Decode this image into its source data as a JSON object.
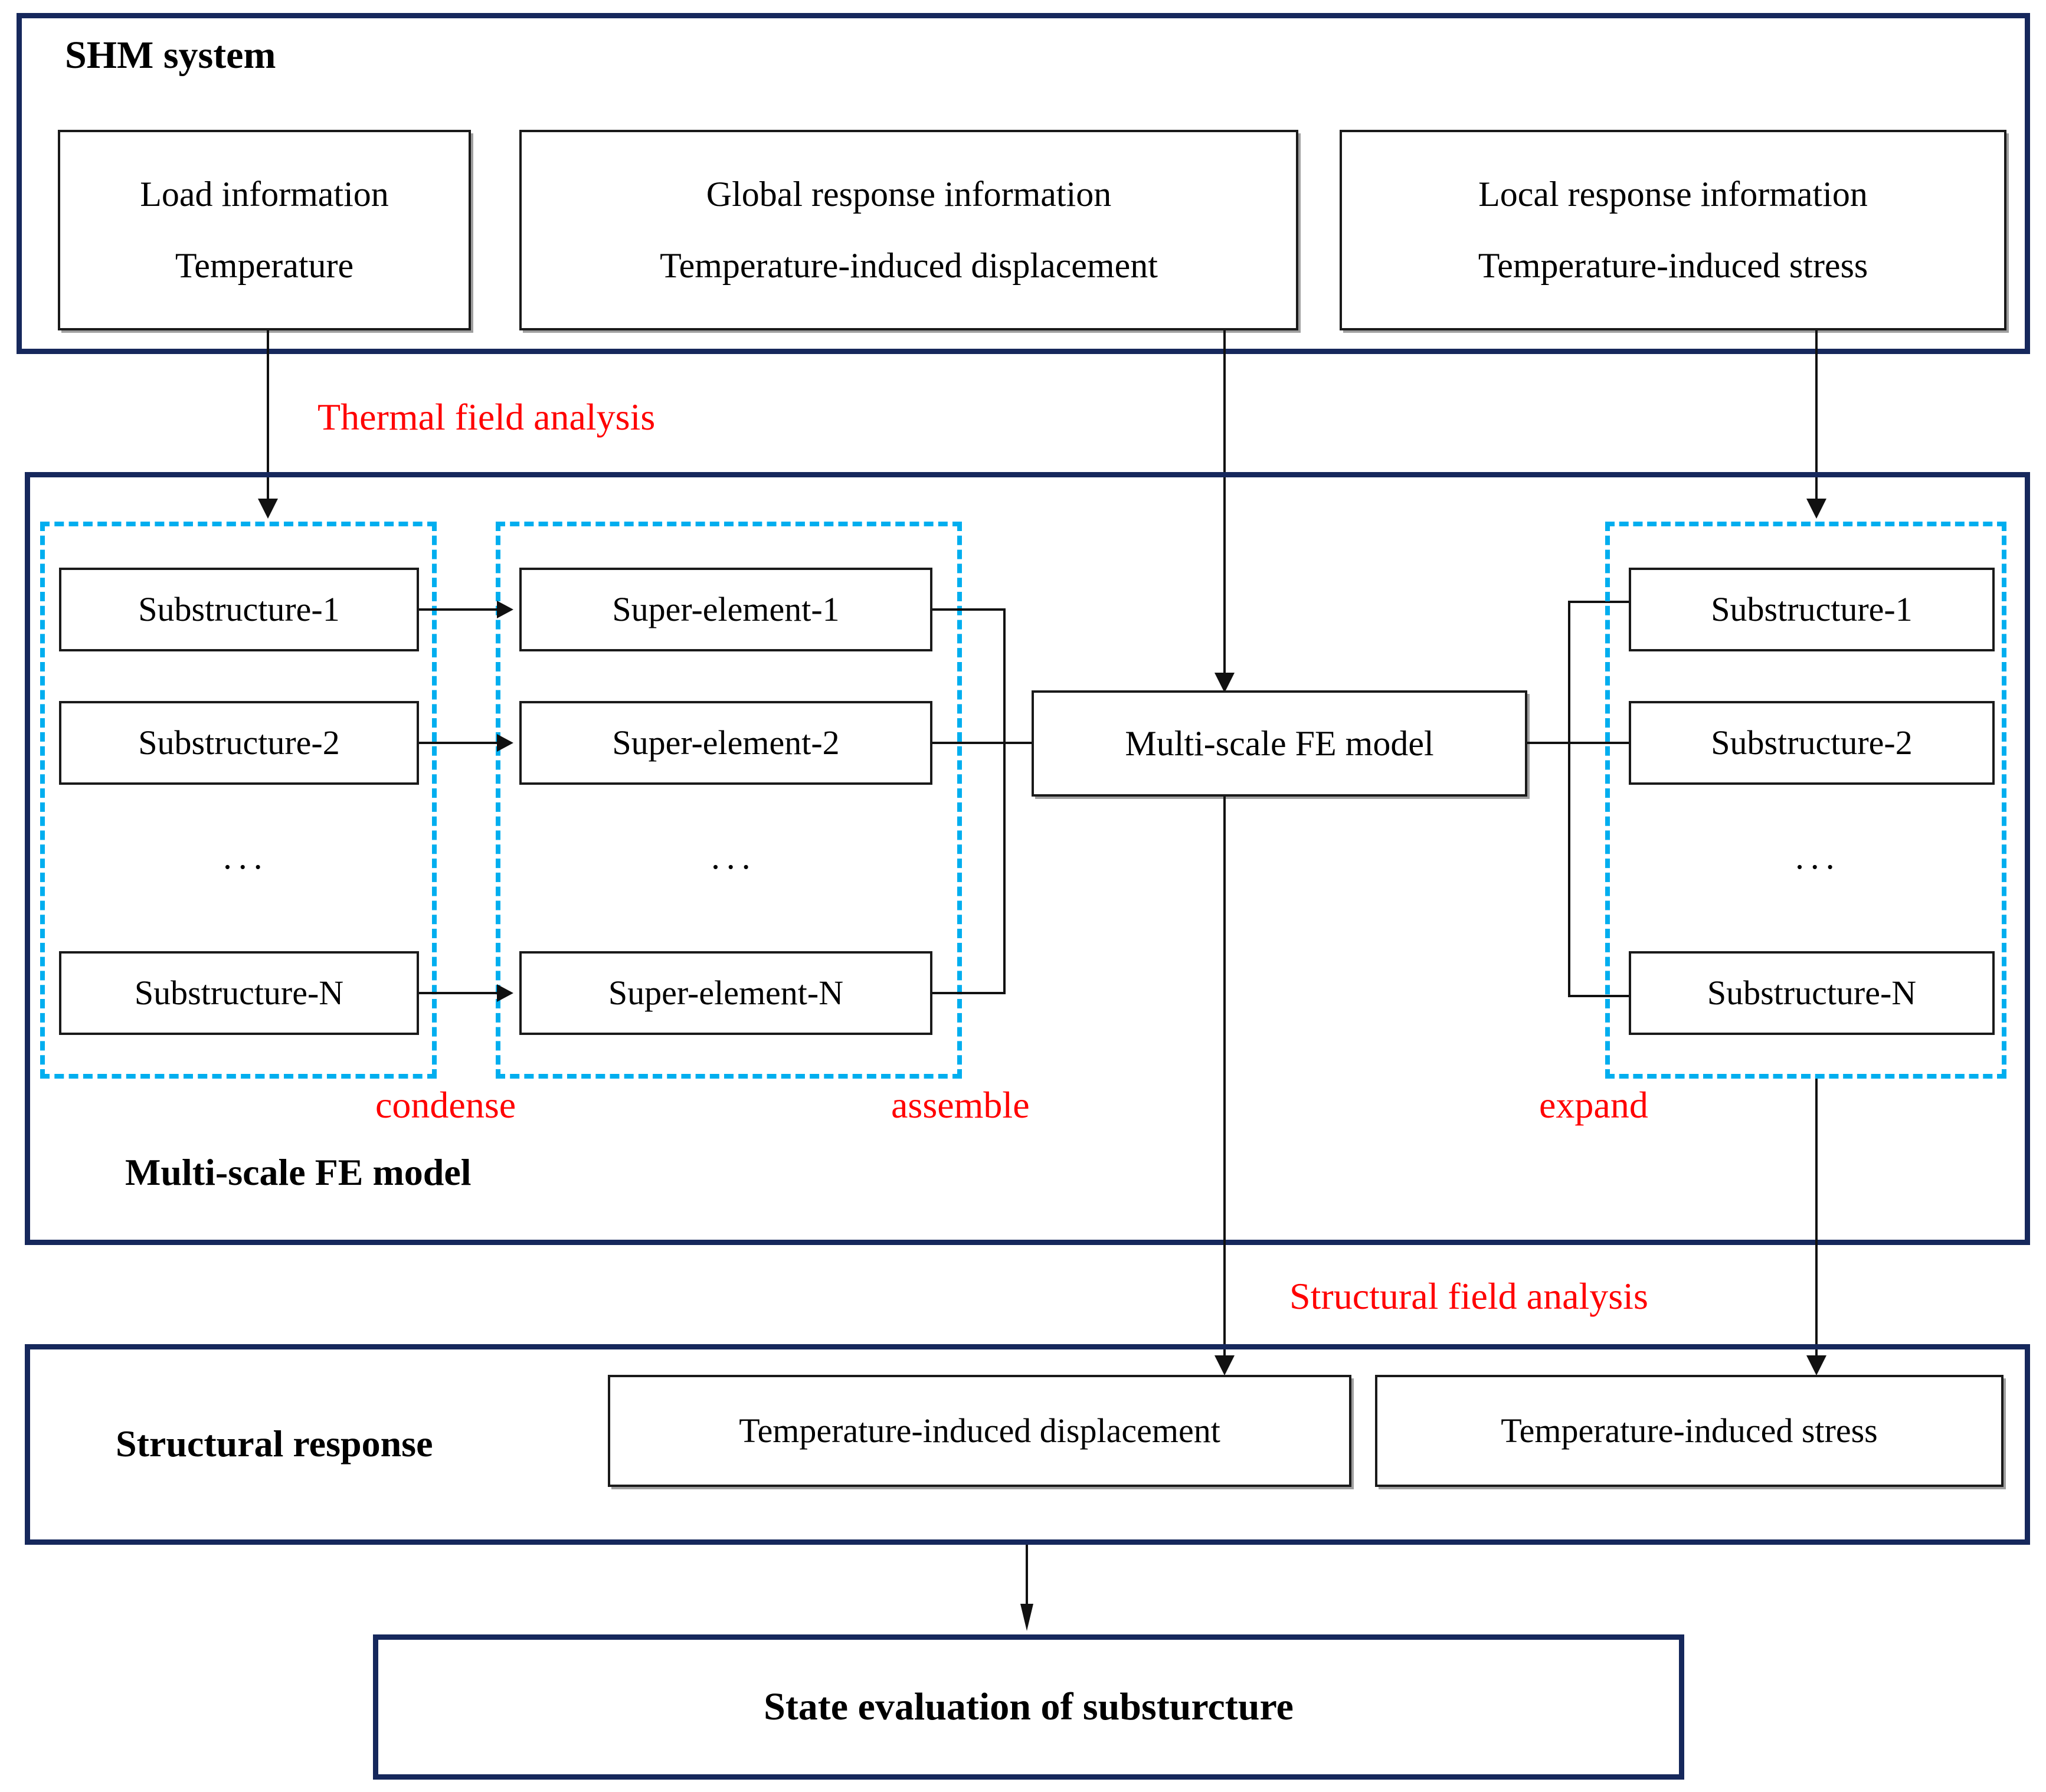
{
  "colors": {
    "frame_navy": "#16285c",
    "dashed_cyan": "#00aeef",
    "annotation_red": "#ff0000",
    "box_border": "#1a1a1a",
    "connector_black": "#111111"
  },
  "shm_section": {
    "title": "SHM system",
    "boxes": [
      {
        "line1": "Load information",
        "line2": "Temperature"
      },
      {
        "line1": "Global response information",
        "line2": "Temperature-induced displacement"
      },
      {
        "line1": "Local response information",
        "line2": "Temperature-induced stress"
      }
    ]
  },
  "annotations": {
    "thermal_field_analysis": "Thermal field analysis",
    "structural_field_analysis": "Structural field analysis",
    "condense": "condense",
    "assemble": "assemble",
    "expand": "expand"
  },
  "fe_section": {
    "title": "Multi-scale FE model",
    "ellipsis": "...",
    "substructures_left": [
      "Substructure-1",
      "Substructure-2",
      "Substructure-N"
    ],
    "super_elements": [
      "Super-element-1",
      "Super-element-2",
      "Super-element-N"
    ],
    "hub_box": "Multi-scale FE model",
    "substructures_right": [
      "Substructure-1",
      "Substructure-2",
      "Substructure-N"
    ]
  },
  "response_section": {
    "title": "Structural response",
    "boxes": [
      "Temperature-induced displacement",
      "Temperature-induced stress"
    ]
  },
  "final_box": {
    "label": "State evaluation of substurcture"
  }
}
